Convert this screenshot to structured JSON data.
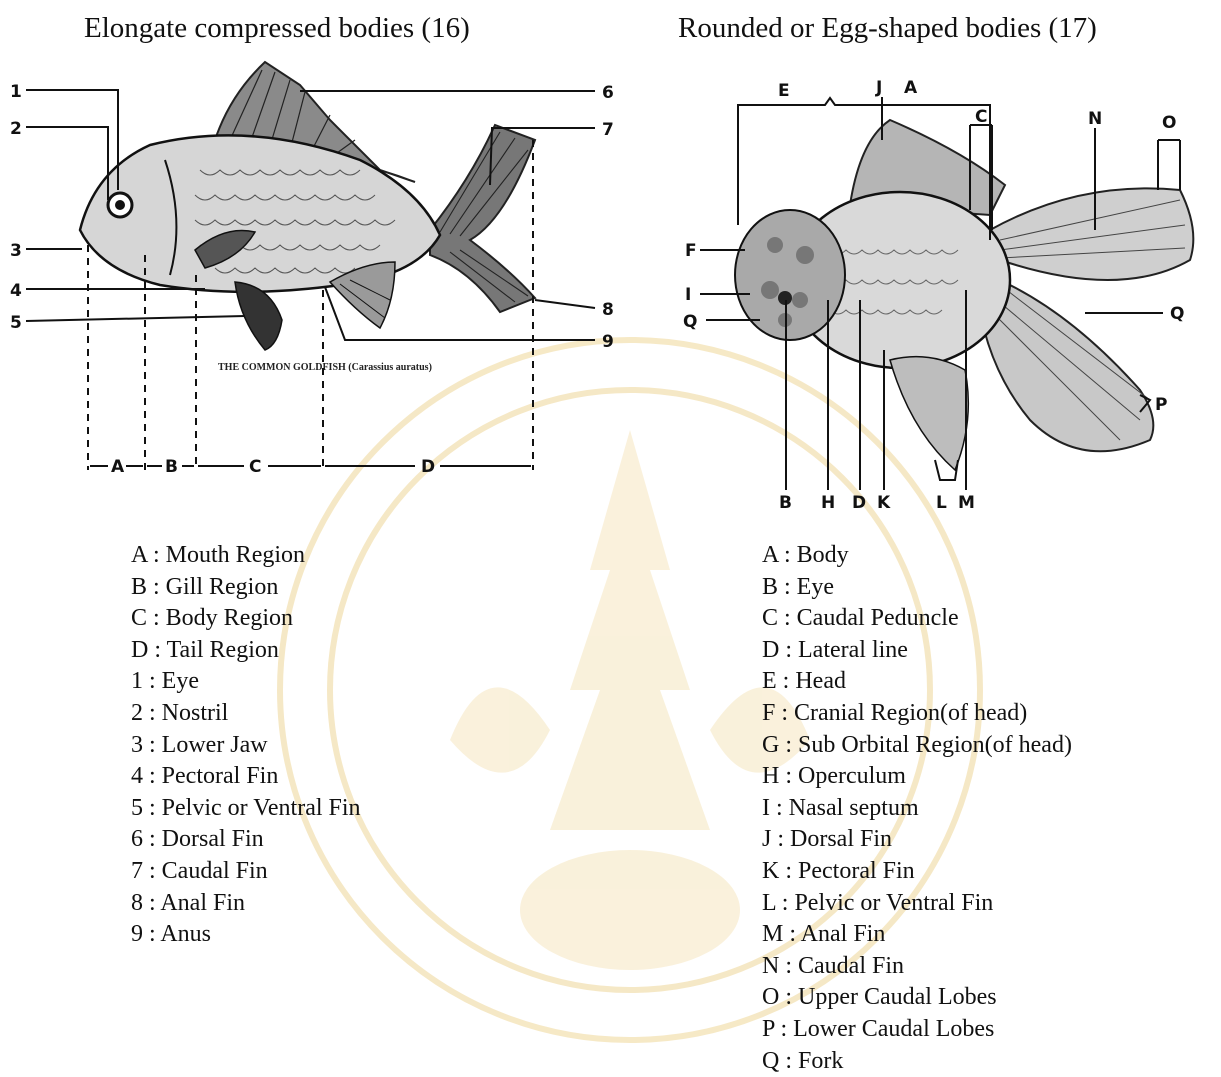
{
  "headings": {
    "left": "Elongate compressed bodies (16)",
    "right": "Rounded or Egg-shaped bodies (17)"
  },
  "left_figure": {
    "caption": "THE COMMON GOLDFISH (Carassius auratus)",
    "callouts": [
      "1",
      "2",
      "3",
      "4",
      "5",
      "6",
      "7",
      "8",
      "9"
    ],
    "regions": [
      "A",
      "B",
      "C",
      "D"
    ]
  },
  "right_figure": {
    "top_labels": [
      "E",
      "J",
      "A",
      "C",
      "N",
      "O"
    ],
    "left_labels": [
      "F",
      "I",
      "Q"
    ],
    "right_labels": [
      "Q",
      "P"
    ],
    "bottom_labels": [
      "B",
      "H",
      "D",
      "K",
      "L",
      "M"
    ]
  },
  "legend_left": [
    "A : Mouth Region",
    "B : Gill Region",
    "C : Body Region",
    "D : Tail Region",
    "1 : Eye",
    "2 : Nostril",
    "3 : Lower Jaw",
    "4 : Pectoral Fin",
    "5 : Pelvic or Ventral Fin",
    "6 : Dorsal Fin",
    "7 : Caudal Fin",
    "8 : Anal Fin",
    "9 : Anus"
  ],
  "legend_right": [
    "A : Body",
    "B : Eye",
    "C : Caudal Peduncle",
    "D : Lateral line",
    "E : Head",
    "F : Cranial Region(of head)",
    "G : Sub Orbital Region(of head)",
    "H : Operculum",
    "I : Nasal septum",
    "J : Dorsal Fin",
    "K : Pectoral Fin",
    "L : Pelvic or Ventral Fin",
    "M : Anal Fin",
    "N : Caudal Fin",
    "O : Upper Caudal Lobes",
    "P : Lower Caudal Lobes",
    "Q : Fork"
  ]
}
